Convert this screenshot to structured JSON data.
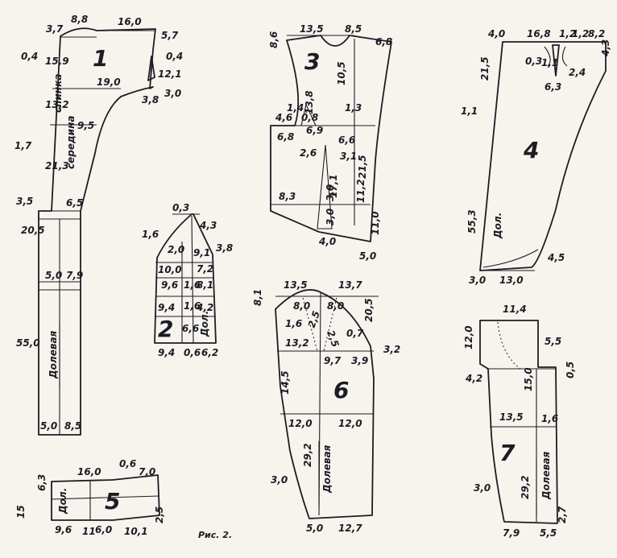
{
  "caption": "Рис. 2.",
  "colors": {
    "ink": "#1c1c24",
    "paper": "#f7f4ee"
  },
  "pieces": {
    "p1": {
      "number": "1",
      "measurements": [
        "8,8",
        "16,0",
        "3,7",
        "5,7",
        "0,4",
        "0,4",
        "15,9",
        "12,1",
        "19,0",
        "3,8",
        "3,0",
        "13,2",
        "9,5",
        "1,7",
        "21,3",
        "3,5",
        "6,5",
        "20,5",
        "5,0",
        "7,9",
        "55,0",
        "5,0",
        "8,5"
      ],
      "labels": [
        "спинка",
        "середина",
        "Долевая"
      ]
    },
    "p2": {
      "number": "2",
      "measurements": [
        "0,3",
        "1,6",
        "4,3",
        "3,8",
        "2,0",
        "9,1",
        "10,0",
        "7,2",
        "9,6",
        "8,1",
        "1,6",
        "9,4",
        "1,6",
        "4,2",
        "6,6",
        "9,4",
        "0,6",
        "6,2"
      ],
      "labels": [
        "Дол."
      ]
    },
    "p3": {
      "number": "3",
      "measurements": [
        "13,5",
        "8,5",
        "8,6",
        "6,8",
        "4,6",
        "10,5",
        "1,4",
        "0,8",
        "13,8",
        "1,3",
        "6,8",
        "6,9",
        "6,6",
        "2,6",
        "3,1",
        "17,1",
        "21,5",
        "8,3",
        "3,0",
        "11,2",
        "3,0",
        "4,0",
        "11,0",
        "5,0"
      ]
    },
    "p4": {
      "number": "4",
      "measurements": [
        "4,0",
        "16,8",
        "1,2",
        "1,2",
        "8,2",
        "21,5",
        "0,3",
        "1,1",
        "2,4",
        "6,3",
        "4,3",
        "1,1",
        "55,3",
        "4,5",
        "3,0",
        "13,0"
      ],
      "labels": [
        "Дол."
      ]
    },
    "p5": {
      "number": "5",
      "measurements": [
        "16,0",
        "0,6",
        "7,0",
        "6,3",
        "15",
        "9,6",
        "11",
        "6,0",
        "10,1",
        "2,5"
      ],
      "labels": [
        "Дол."
      ]
    },
    "p6": {
      "number": "6",
      "measurements": [
        "13,5",
        "13,7",
        "8,1",
        "8,0",
        "8,0",
        "2,5",
        "2,5",
        "0,7",
        "20,5",
        "1,6",
        "13,2",
        "9,7",
        "3,9",
        "3,2",
        "14,5",
        "12,0",
        "12,0",
        "29,2",
        "3,0",
        "5,0",
        "12,7"
      ],
      "labels": [
        "Долевая"
      ]
    },
    "p7": {
      "number": "7",
      "measurements": [
        "11,4",
        "12,0",
        "5,5",
        "4,2",
        "15,0",
        "0,5",
        "13,5",
        "1,6",
        "29,2",
        "3,0",
        "7,9",
        "5,5",
        "2,7"
      ],
      "labels": [
        "Долевая"
      ]
    }
  }
}
